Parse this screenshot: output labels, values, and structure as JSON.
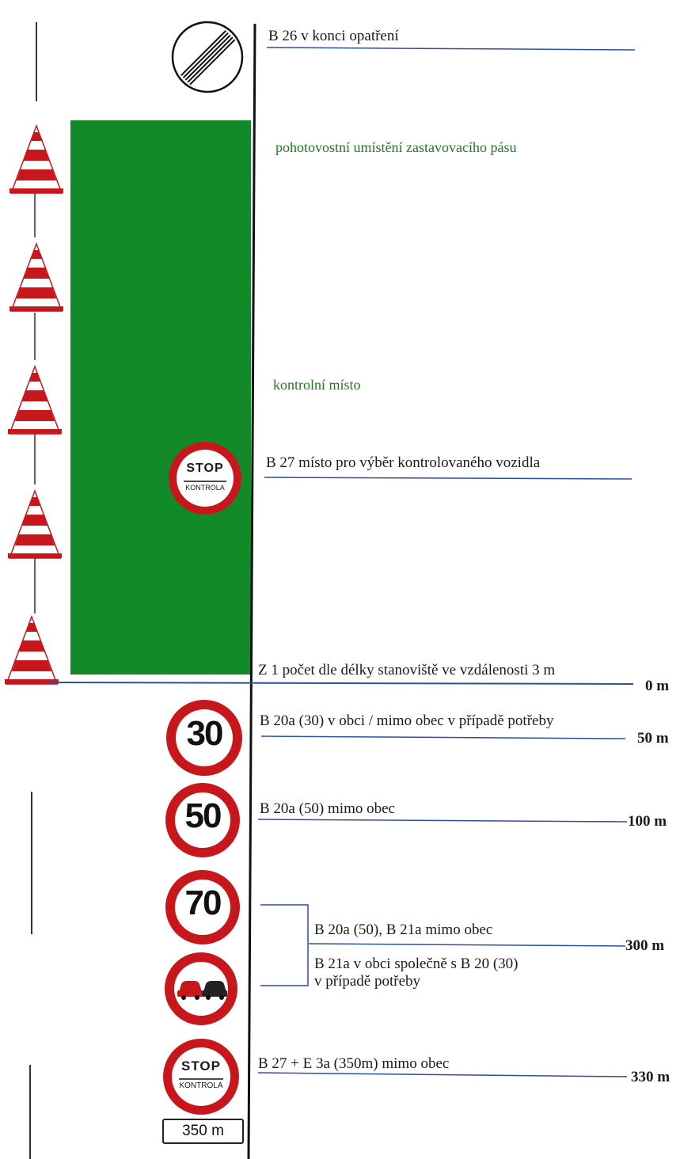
{
  "signs": {
    "b26": "B 26 v konci opatření",
    "standby": "pohotovostní umístění zastavovacího pásu",
    "control_point": "kontrolní místo",
    "b27_top": "B 27 místo pro výběr kontrolovaného vozidla",
    "z1": "Z 1 počet dle délky stanoviště ve vzdálenosti 3 m",
    "b20a_30": "B 20a (30) v obci / mimo obec v případě potřeby",
    "b20a_50": "B 20a (50) mimo obec",
    "b20a_b21a": "B 20a (50), B 21a mimo obec",
    "b21a_line1": "B 21a v obci společně s B 20 (30)",
    "b21a_line2": "v případě potřeby",
    "b27_e3a": "B 27 + E 3a (350m) mimo obec"
  },
  "distances": {
    "d0": "0 m",
    "d50": "50 m",
    "d100": "100 m",
    "d300": "300 m",
    "d330": "330 m"
  },
  "sign_faces": {
    "stop_word": "STOP",
    "kontrola_word": "KONTROLA",
    "limit_30": "30",
    "limit_50": "50",
    "limit_70": "70",
    "plate_350": "350 m"
  },
  "colors": {
    "green_area": "#138a2a",
    "sign_red": "#c8161d",
    "line_blue": "#2c4f9e",
    "label_green": "#1f7a1f"
  }
}
